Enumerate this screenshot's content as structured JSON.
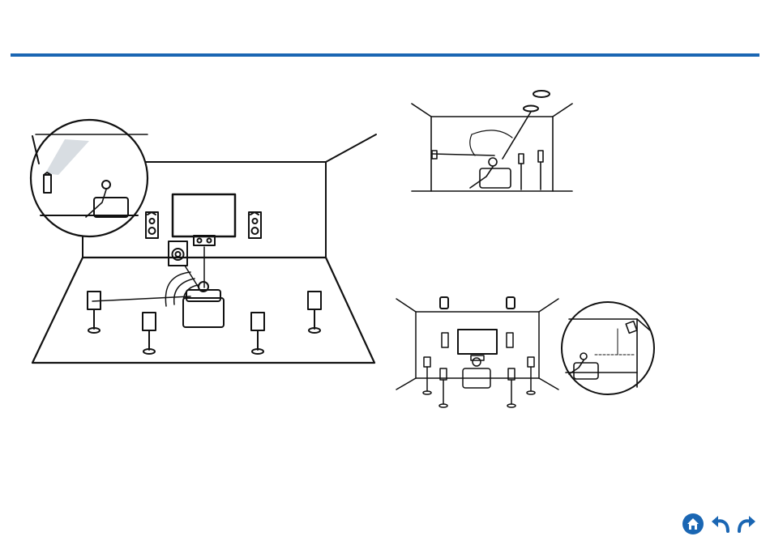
{
  "header": {
    "rule_color": "#1a66b3"
  },
  "figures": {
    "main_room": {
      "name": "surround-speaker-layout"
    },
    "side_view": {
      "name": "ceiling-speaker-side-view"
    },
    "full_layout": {
      "name": "height-speaker-full-layout"
    },
    "zoom_view": {
      "name": "height-speaker-zoom-view"
    }
  },
  "nav": {
    "accent": "#1a66b3",
    "home_icon": "home-icon",
    "back_icon": "back-arrow-icon",
    "forward_icon": "forward-arrow-icon"
  }
}
